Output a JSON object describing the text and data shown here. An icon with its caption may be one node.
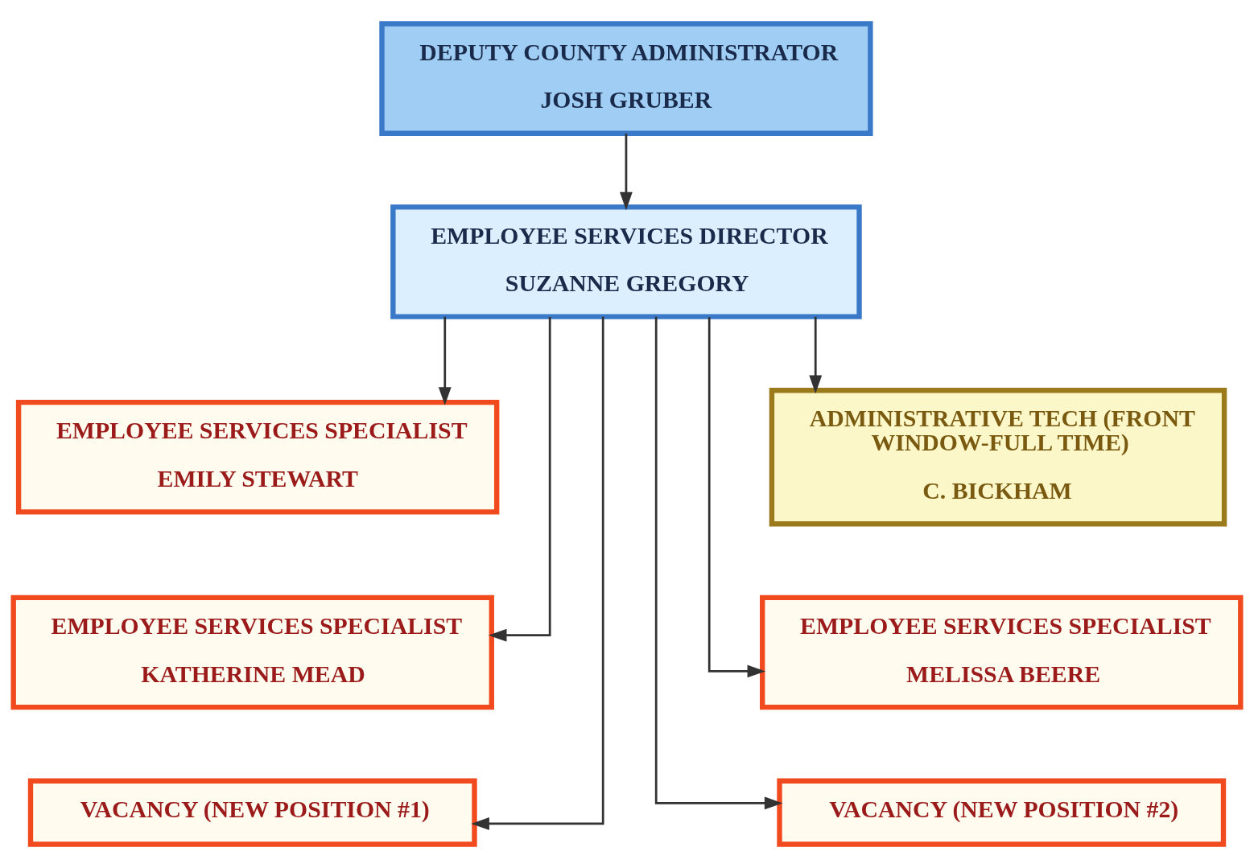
{
  "diagram": {
    "nodes": [
      {
        "text": [
          "DEPUTY COUNTY ADMINISTRATOR",
          "JOSH GRUBER"
        ]
      },
      {
        "text": [
          "EMPLOYEE SERVICES DIRECTOR",
          "SUZANNE GREGORY"
        ]
      },
      {
        "text": [
          "EMPLOYEE SERVICES SPECIALIST",
          "EMILY STEWART"
        ]
      },
      {
        "text": [
          "ADMINISTRATIVE TECH (FRONT WINDOW-FULL TIME)",
          "C. BICKHAM"
        ]
      },
      {
        "text": [
          "EMPLOYEE SERVICES SPECIALIST",
          "KATHERINE MEAD"
        ]
      },
      {
        "text": [
          "EMPLOYEE SERVICES SPECIALIST",
          "MELISSA BEERE"
        ]
      },
      {
        "text": [
          "VACANCY (NEW POSITION #1)"
        ]
      },
      {
        "text": [
          "VACANCY (NEW POSITION #2)"
        ]
      }
    ],
    "edges": [
      {
        "from": 0,
        "to": 1,
        "arrow": "to"
      },
      {
        "from": 1,
        "to": 2,
        "arrow": "to"
      },
      {
        "from": 1,
        "to": 3,
        "arrow": "to"
      },
      {
        "from": 1,
        "to": 4,
        "arrow": "to"
      },
      {
        "from": 1,
        "to": 5,
        "arrow": "to"
      },
      {
        "from": 1,
        "to": 6,
        "arrow": "to"
      },
      {
        "from": 1,
        "to": 7,
        "arrow": "to"
      }
    ]
  }
}
